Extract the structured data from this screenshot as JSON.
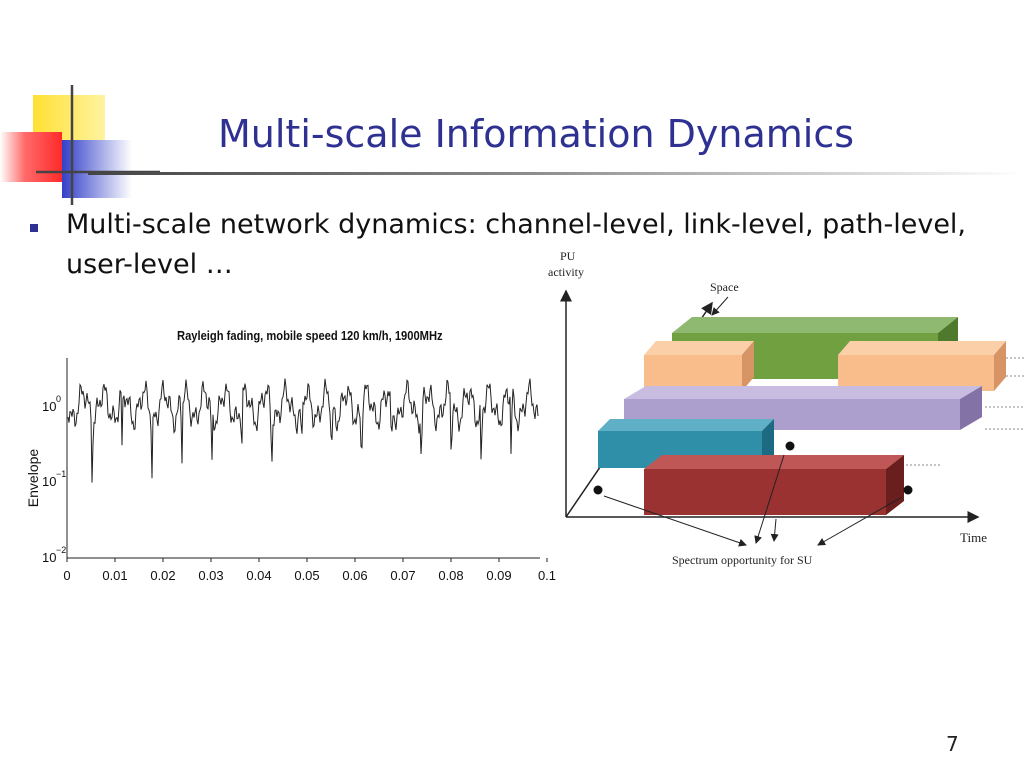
{
  "slide": {
    "title": "Multi-scale Information Dynamics",
    "bullet": "Multi-scale network dynamics: channel-level, link-level, path-level, user-level …",
    "page_number": "7",
    "accent_color": "#2e3192"
  },
  "fading_plot": {
    "title": "Rayleigh fading, mobile speed 120 km/h, 1900MHz",
    "ylabel": "Envelope",
    "y_ticks": [
      "10",
      "10",
      "10"
    ],
    "y_tick_exponents": [
      "0",
      "−1",
      "−2"
    ],
    "x_ticks": [
      "0",
      "0.01",
      "0.02",
      "0.03",
      "0.04",
      "0.05",
      "0.06",
      "0.07",
      "0.08",
      "0.09",
      "0.1"
    ]
  },
  "spectrum_diagram": {
    "y_axis_label_line1": "PU",
    "y_axis_label_line2": "activity",
    "x_axis_label": "Time",
    "space_label": "Space",
    "opportunity_label": "Spectrum opportunity for SU"
  }
}
